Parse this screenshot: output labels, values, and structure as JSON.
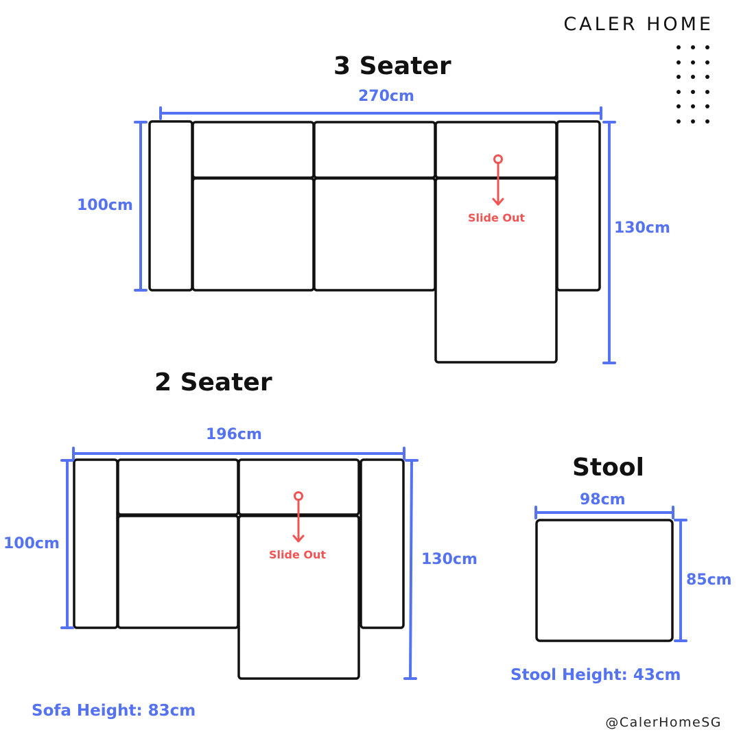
{
  "brand": "CALER HOME",
  "handle": "@CalerHomeSG",
  "colors": {
    "dimension_blue": "#5472f2",
    "slide_red": "#f25454",
    "outline": "#111111"
  },
  "three_seater": {
    "title": "3 Seater",
    "width": "270cm",
    "depth": "100cm",
    "depth_with_chaise": "130cm",
    "slide_label": "Slide Out"
  },
  "two_seater": {
    "title": "2 Seater",
    "width": "196cm",
    "depth": "100cm",
    "depth_with_chaise": "130cm",
    "slide_label": "Slide Out"
  },
  "stool": {
    "title": "Stool",
    "width": "98cm",
    "depth": "85cm",
    "height_note": "Stool Height: 43cm"
  },
  "sofa_height_note": "Sofa Height: 83cm"
}
